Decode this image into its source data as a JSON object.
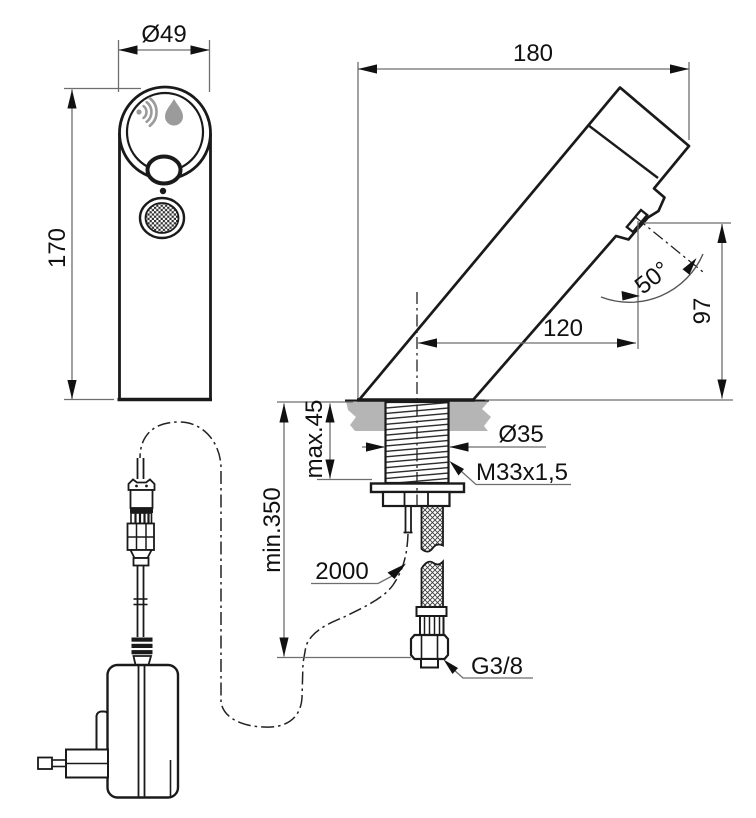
{
  "labels": {
    "front_diameter": "Ø49",
    "front_height": "170",
    "side_depth": "180",
    "spout_angle": "50°",
    "outlet_height": "97",
    "outlet_reach": "120",
    "max_deck": "max.45",
    "min_clearance": "min.350",
    "hole_diameter": "Ø35",
    "thread": "M33x1,5",
    "cable_length": "2000",
    "supply_thread": "G3/8"
  },
  "colors": {
    "object_line": "#1a1a1a",
    "dimension_line": "#6e6e6e",
    "deck_fill": "#b5b5b5",
    "icon_gray": "#9b9b9b",
    "background": "#ffffff"
  },
  "icons": {
    "sensor": "proximity-waves-icon",
    "drop": "water-drop-icon"
  }
}
